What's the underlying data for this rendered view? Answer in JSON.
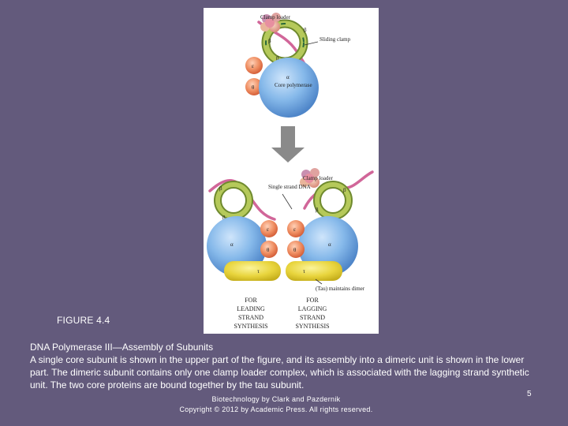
{
  "figure": {
    "top": {
      "clamp_loader": "Clamp loader",
      "beta_left": "β",
      "beta_right": "β",
      "beta_bottom": "β",
      "sliding_clamp": "Sliding clamp",
      "epsilon": "ε",
      "theta": "θ",
      "alpha": "α",
      "core_polymerase": "Core polymerase"
    },
    "bottom": {
      "single_strand_dna": "Single strand DNA",
      "clamp_loader": "Clamp loader",
      "beta_labels": [
        "β",
        "β",
        "β",
        "β"
      ],
      "epsilon_left": "ε",
      "epsilon_right": "ε",
      "theta_left": "θ",
      "theta_right": "θ",
      "alpha_left": "α",
      "alpha_right": "α",
      "tau_left": "τ",
      "tau_right": "τ",
      "tau_note": "(Tau) maintains dimer",
      "leading_label": [
        "FOR",
        "LEADING",
        "STRAND",
        "SYNTHESIS"
      ],
      "lagging_label": [
        "FOR",
        "LAGGING",
        "STRAND",
        "SYNTHESIS"
      ]
    }
  },
  "caption": {
    "figure_number": "FIGURE 4.4",
    "title": "DNA Polymerase III—Assembly of Subunits",
    "body": "A single core subunit is shown in the upper part of the figure, and its assembly into a dimeric unit is shown in the lower part. The dimeric subunit contains only one clamp loader complex, which is associated with the lagging strand synthetic unit. The two core proteins are bound together by the tau subunit."
  },
  "footer": {
    "line1": "Biotechnology by Clark and Pazdernik",
    "line2": "Copyright © 2012 by Academic Press. All rights reserved."
  },
  "page_number": "5",
  "colors": {
    "background": "#635a7c",
    "core_blue": "#7fb3e6",
    "clamp_green": "#9cb34a",
    "subunit_orange": "#ee8a5e",
    "tau_yellow": "#e8d43c",
    "dna_pink": "#d16699",
    "arrow_gray": "#8a8a8a"
  }
}
